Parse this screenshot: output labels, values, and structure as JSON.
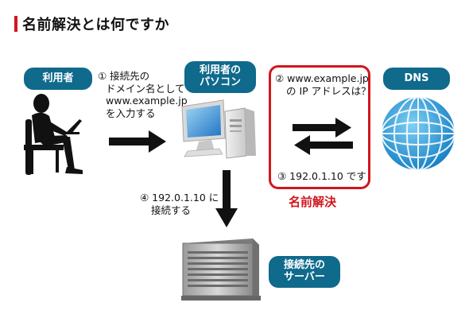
{
  "header": {
    "title": "名前解決とは何ですか"
  },
  "labels": {
    "user": "利用者",
    "pc_line1": "利用者の",
    "pc_line2": "パソコン",
    "dns": "DNS",
    "server_line1": "接続先の",
    "server_line2": "サーバー",
    "name_resolution": "名前解決"
  },
  "steps": {
    "step1": [
      "① 接続先の",
      "ドメイン名として",
      "www.example.jp",
      "を入力する"
    ],
    "step2": [
      "② www.example.jp",
      "の IP アドレスは？"
    ],
    "step3": "③ 192.0.1.10 です",
    "step4": [
      "④ 192.0.1.10 に",
      "接続する"
    ]
  },
  "colors": {
    "accent": "#d1161d",
    "pill": "#0f6a8c",
    "globe": "#2aa0d8"
  },
  "icons": [
    "person-at-laptop-icon",
    "desktop-computer-icon",
    "globe-icon",
    "server-icon"
  ]
}
